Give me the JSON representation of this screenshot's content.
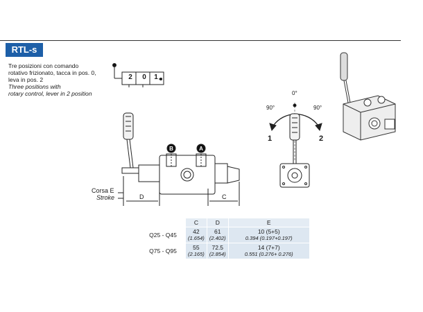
{
  "title": "RTL-s",
  "description": {
    "it_line1": "Tre posizioni con comando",
    "it_line2": "rotativo frizionato, tacca in pos. 0,",
    "it_line3": "leva in pos. 2",
    "en_line1": "Three positions with",
    "en_line2": "rotary control, lever in 2 position"
  },
  "symbol": {
    "pos_left": "2",
    "pos_mid": "0",
    "pos_right": "1"
  },
  "port_labels": {
    "a": "A",
    "b": "B"
  },
  "dimension_labels": {
    "stroke_it": "Corsa E",
    "stroke_en": "Stroke",
    "d": "D",
    "c": "C"
  },
  "rotation": {
    "top": "0°",
    "left_angle": "90°",
    "right_angle": "90°",
    "pos1": "1",
    "pos2": "2"
  },
  "table": {
    "headers": [
      "C",
      "D",
      "E"
    ],
    "rows": [
      {
        "label": "Q25 - Q45",
        "c": "42",
        "c_in": "(1.654)",
        "d": "61",
        "d_in": "(2.402)",
        "e": "10 (5+5)",
        "e_in": "0.394 (0.197+0.197)"
      },
      {
        "label": "Q75 - Q95",
        "c": "55",
        "c_in": "(2.165)",
        "d": "72.5",
        "d_in": "(2.854)",
        "e": "14 (7+7)",
        "e_in": "0.551 (0.276+ 0.276)"
      }
    ]
  }
}
